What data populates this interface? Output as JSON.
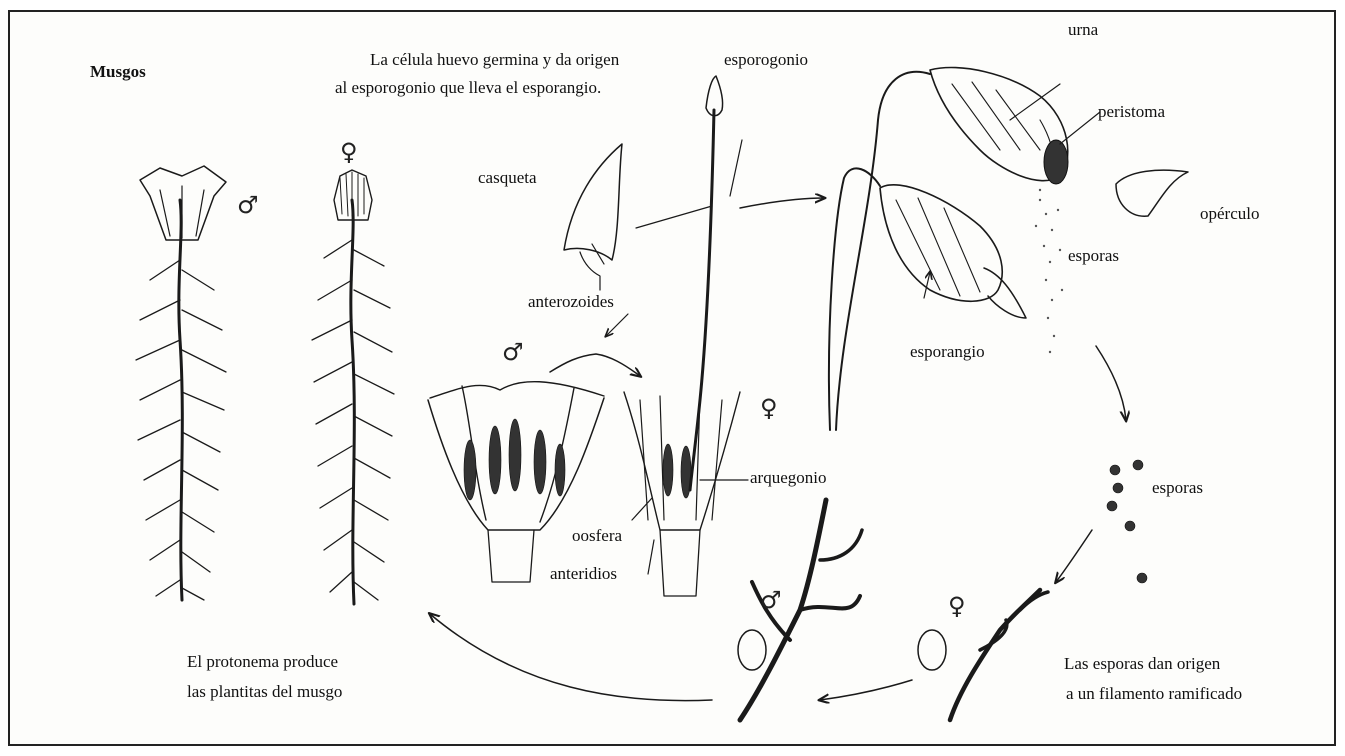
{
  "title": "Musgos",
  "symbols": {
    "male": "♂",
    "female": "♀"
  },
  "labels": {
    "germina_line1": "La célula huevo germina y da origen",
    "germina_line2": "al esporogonio  que lleva el esporangio.",
    "esporogonio": "esporogonio",
    "urna": "urna",
    "peristoma": "peristoma",
    "operculo": "opérculo",
    "esporas_top": "esporas",
    "casqueta": "casqueta",
    "anterozoides": "anterozoides",
    "esporangio": "esporangio",
    "arquegonio": "arquegonio",
    "oosfera": "oosfera",
    "anteridios": "anteridios",
    "esporas_right": "esporas",
    "protonema_line1": "El protonema produce",
    "protonema_line2": "las plantitas del musgo",
    "filamento_line1": "Las esporas dan origen",
    "filamento_line2": "a un filamento ramificado"
  }
}
